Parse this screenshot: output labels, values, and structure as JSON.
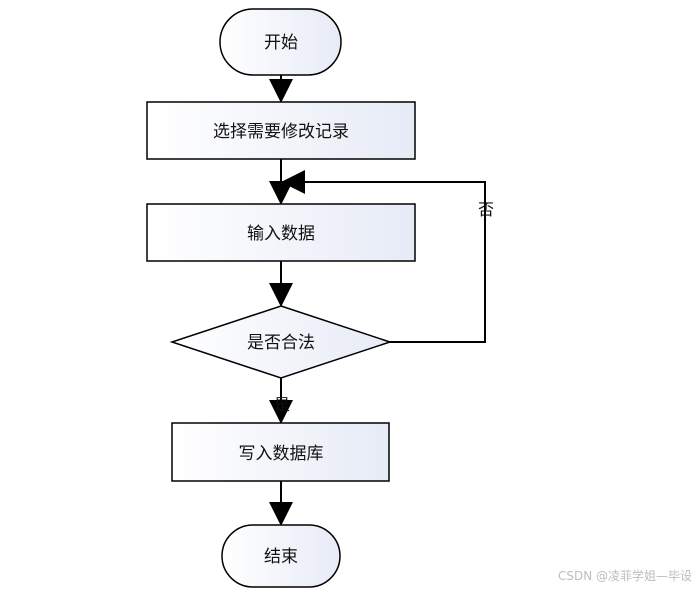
{
  "diagram": {
    "nodes": {
      "start": {
        "label": "开始"
      },
      "select_record": {
        "label": "选择需要修改记录"
      },
      "input_data": {
        "label": "输入数据"
      },
      "is_valid": {
        "label": "是否合法"
      },
      "write_db": {
        "label": "写入数据库"
      },
      "end": {
        "label": "结束"
      }
    },
    "edges": {
      "no_label": "否",
      "yes_label": "是"
    }
  },
  "watermark": "CSDN @凌菲学姐—毕设",
  "colors": {
    "stroke": "#000000",
    "node_fill_left": "#ffffff",
    "node_fill_right": "#e7ebf6",
    "watermark": "#bdbdbd"
  }
}
